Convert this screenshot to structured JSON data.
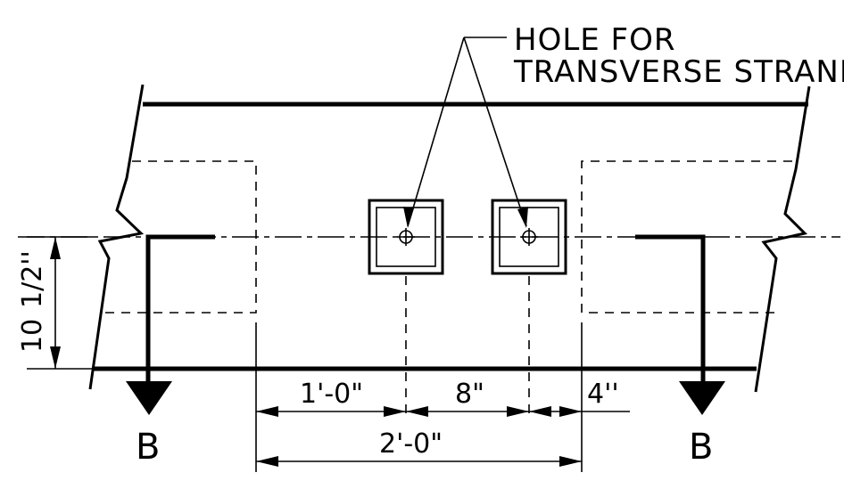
{
  "callout": {
    "line1": "HOLE FOR",
    "line2": "TRANSVERSE STRAND"
  },
  "dimensions": {
    "spacing_to_first_hole": "1'-0\"",
    "spacing_between_holes": "8\"",
    "edge_offset": "4''",
    "overall": "2'-0\"",
    "depth_whole": "10",
    "depth_fraction": "1/2''"
  },
  "section_markers": {
    "left": "B",
    "right": "B"
  }
}
